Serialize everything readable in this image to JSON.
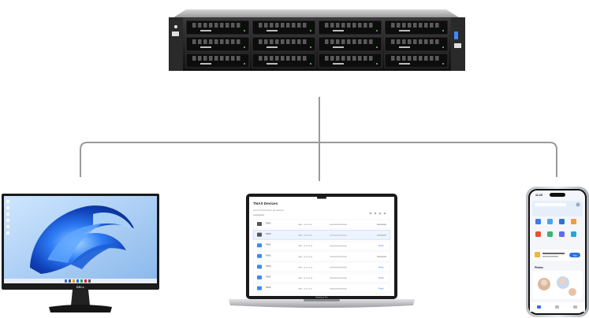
{
  "laptop": {
    "window_title": "TNAS Devices",
    "subtitle": "Found 2 TNAS devices, last searched",
    "column_header": "Local devices",
    "brand_label": "MacBook Pro",
    "rows": [
      {
        "name": "TNAS",
        "ip": "LAN1: 10.18.11.81",
        "action": ""
      },
      {
        "name": "TNAS",
        "ip": "LAN1: 10.18.11.82",
        "action": ""
      },
      {
        "name": "TNAS",
        "ip": "LAN1: 10.18.11.83",
        "action": "Finish"
      },
      {
        "name": "TNAS",
        "ip": "LAN1: 10.18.11.84",
        "action": ""
      },
      {
        "name": "TNAS",
        "ip": "LAN1: 10.18.11.85",
        "action": "Finish"
      },
      {
        "name": "TNAS",
        "ip": "LAN1: 10.18.11.86",
        "action": "Finish"
      },
      {
        "name": "TNAS",
        "ip": "LAN1: 10.18.11.87",
        "action": "Finish"
      }
    ]
  },
  "monitor": {
    "brand_label": "DELL"
  },
  "phone": {
    "time": "11:29",
    "photos_label": "Photos",
    "button_label": "Add"
  },
  "colors": {
    "connector_line": "#9a9a9a",
    "device_dark": "#1b1b1b",
    "accent_blue": "#2f6fe0"
  }
}
